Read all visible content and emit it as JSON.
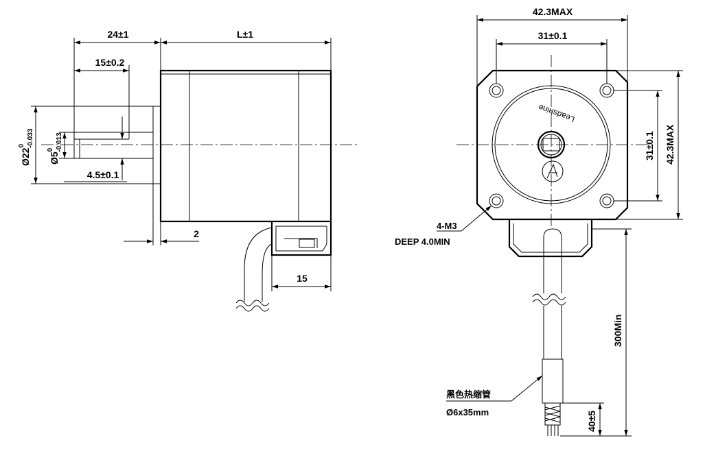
{
  "side_view": {
    "shaft_length": "24±1",
    "flat_length": "15±0.2",
    "body_length": "L±1",
    "boss_diameter": {
      "main": "Ø22",
      "sup": "0",
      "sub": "-0.033"
    },
    "shaft_diameter": {
      "main": "Ø5",
      "sup": "0",
      "sub": "-0.013"
    },
    "flat_depth": "4.5±0.1",
    "boss_height": "2",
    "connector_width": "15"
  },
  "front_view": {
    "outer_width": "42.3MAX",
    "hole_spacing_h": "31±0.1",
    "outer_height": "42.3MAX",
    "hole_spacing_v": "31±0.1",
    "holes_note": "4-M3",
    "holes_depth": "DEEP 4.0MIN",
    "brand": "Leadshine",
    "lead_length": "300Min",
    "sleeve_note": "黑色热缩管",
    "sleeve_size": "Ø6x35mm",
    "strip_length": "40±5"
  }
}
